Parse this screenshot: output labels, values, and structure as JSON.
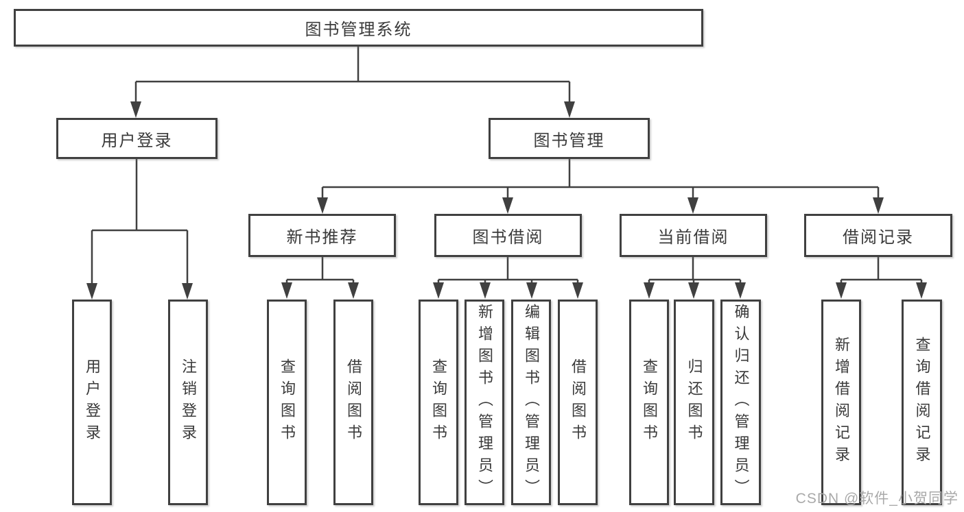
{
  "diagram": {
    "root": {
      "label": "图书管理系统",
      "children": [
        {
          "label": "用户登录",
          "children": [
            {
              "label": "用户登录"
            },
            {
              "label": "注销登录"
            }
          ]
        },
        {
          "label": "图书管理",
          "children": [
            {
              "label": "新书推荐",
              "children": [
                {
                  "label": "查询图书"
                },
                {
                  "label": "借阅图书"
                }
              ]
            },
            {
              "label": "图书借阅",
              "children": [
                {
                  "label": "查询图书"
                },
                {
                  "label": "新增图书（管理员）"
                },
                {
                  "label": "编辑图书（管理员）"
                },
                {
                  "label": "借阅图书"
                }
              ]
            },
            {
              "label": "当前借阅",
              "children": [
                {
                  "label": "查询图书"
                },
                {
                  "label": "归还图书"
                },
                {
                  "label": "确认归还（管理员）"
                }
              ]
            },
            {
              "label": "借阅记录",
              "children": [
                {
                  "label": "新增借阅记录"
                },
                {
                  "label": "查询借阅记录"
                }
              ]
            }
          ]
        }
      ]
    }
  },
  "watermark": {
    "text": "CSDN @软件_小贺同学"
  },
  "colors": {
    "line": "#404040",
    "text": "#3a3a3a",
    "watermark": "#a9a9a9",
    "background": "#ffffff"
  }
}
